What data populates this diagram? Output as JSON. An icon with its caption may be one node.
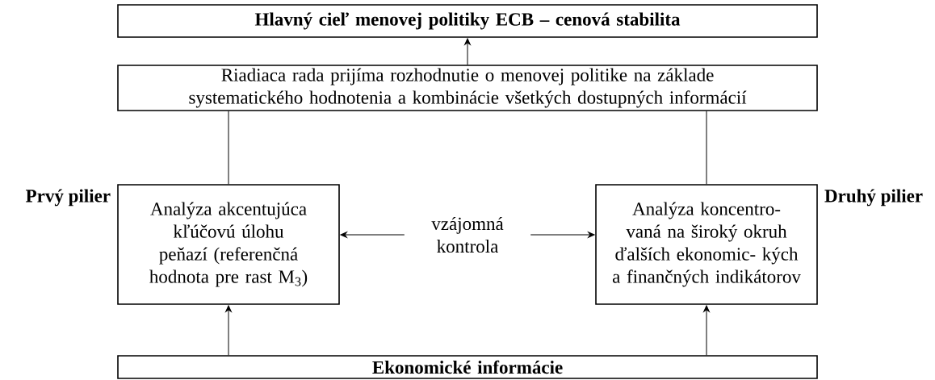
{
  "diagram": {
    "nodes": [
      {
        "text": [
          "Hlavný cieľ menovej politiky ECB – cenová stabilita"
        ]
      },
      {
        "text": [
          "Riadiaca rada prijíma rozhodnutie o menovej politike na základe systematického hodnotenia a kombinácie všetkých dostupných informácií"
        ]
      },
      {
        "text": [
          "Analýza akcentujúca kľúčovú úlohu peňazí (referenčná hodnota pre rast M$_{3}$)"
        ],
        "beside": [
          "Prvý pilier"
        ]
      },
      {
        "text": [
          "Analýza koncentro- vaná na široký okruh ďalších ekonomic- kých a finančných indikátorov"
        ],
        "beside": [
          "Druhý pilier"
        ]
      },
      {
        "text": [
          "vzájomná kontrola"
        ]
      },
      {
        "text": [
          "Ekonomické informácie"
        ]
      }
    ],
    "edges": [
      {
        "from": 1,
        "to": 0,
        "arrow": "to"
      },
      {
        "from": 2,
        "to": 1,
        "arrow": "none"
      },
      {
        "from": 3,
        "to": 1,
        "arrow": "none"
      },
      {
        "from": 4,
        "to": 2,
        "arrow": "to"
      },
      {
        "from": 4,
        "to": 3,
        "arrow": "to"
      },
      {
        "from": 5,
        "to": 2,
        "arrow": "to"
      },
      {
        "from": 5,
        "to": 3,
        "arrow": "to"
      }
    ]
  }
}
